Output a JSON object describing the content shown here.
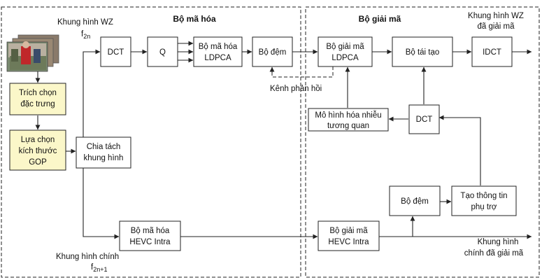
{
  "sections": {
    "encoder_title": "Bộ mã hóa",
    "decoder_title": "Bộ giải mã"
  },
  "labels": {
    "wz_frame": "Khung hình WZ",
    "wz_sub_main": "f",
    "wz_sub_index": "2n",
    "feedback_channel": "Kênh phản hồi",
    "key_frame": "Khung hình chính",
    "key_sub_main": "f",
    "key_sub_index": "2n+1",
    "decoded_wz_line1": "Khung hình WZ",
    "decoded_wz_line2": "đã giải mã",
    "decoded_key_line1": "Khung hình",
    "decoded_key_line2": "chính đã giải mã"
  },
  "blocks": {
    "feature_extraction": [
      "Trích chọn",
      "đặc trưng"
    ],
    "gop_selection": [
      "Lựa chọn",
      "kích thước",
      "GOP"
    ],
    "frame_split": [
      "Chia tách",
      "khung hình"
    ],
    "dct_encoder": [
      "DCT"
    ],
    "quantizer": [
      "Q"
    ],
    "ldpca_encoder": [
      "Bộ mã hóa",
      "LDPCA"
    ],
    "buffer_encoder": [
      "Bộ đệm"
    ],
    "hevc_encoder": [
      "Bộ mã hóa",
      "HEVC Intra"
    ],
    "ldpca_decoder": [
      "Bộ giải mã",
      "LDPCA"
    ],
    "reconstruction": [
      "Bộ tái tạo"
    ],
    "idct": [
      "IDCT"
    ],
    "dct_decoder": [
      "DCT"
    ],
    "noise_model": [
      "Mô hình hóa nhiễu",
      "tương quan"
    ],
    "buffer_decoder": [
      "Bộ đệm"
    ],
    "side_info": [
      "Tạo thông tin",
      "phụ trợ"
    ],
    "hevc_decoder": [
      "Bộ giải mã",
      "HEVC Intra"
    ]
  },
  "colors": {
    "highlight_box": "#fbf7c9",
    "line": "#222222"
  },
  "icons": {
    "video_frames": "stacked-video-frames-thumbnail"
  }
}
